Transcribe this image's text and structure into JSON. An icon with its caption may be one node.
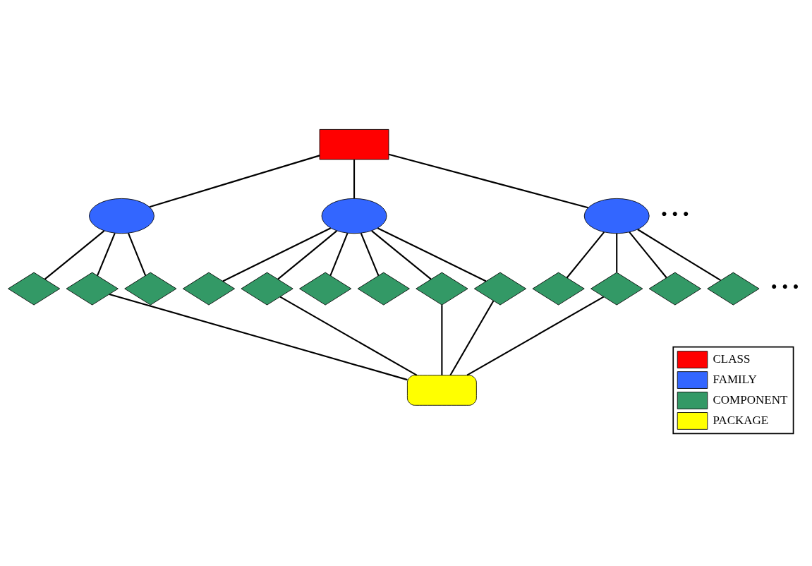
{
  "diagram": {
    "nodes": [
      {
        "text": [],
        "shape": "box"
      },
      {
        "text": [],
        "shape": "ellipse"
      },
      {
        "text": [],
        "shape": "ellipse"
      },
      {
        "text": [],
        "shape": "ellipse"
      },
      {
        "text": [],
        "shape": "diamond"
      },
      {
        "text": [],
        "shape": "diamond"
      },
      {
        "text": [],
        "shape": "diamond"
      },
      {
        "text": [],
        "shape": "diamond"
      },
      {
        "text": [],
        "shape": "diamond"
      },
      {
        "text": [],
        "shape": "diamond"
      },
      {
        "text": [],
        "shape": "diamond"
      },
      {
        "text": [],
        "shape": "diamond"
      },
      {
        "text": [],
        "shape": "diamond"
      },
      {
        "text": [],
        "shape": "diamond"
      },
      {
        "text": [],
        "shape": "diamond"
      },
      {
        "text": [],
        "shape": "diamond"
      },
      {
        "text": [],
        "shape": "diamond"
      },
      {
        "text": [],
        "shape": "box"
      }
    ],
    "edges": [
      {
        "from": 0,
        "to": 1,
        "arrow": "none"
      },
      {
        "from": 0,
        "to": 2,
        "arrow": "none"
      },
      {
        "from": 0,
        "to": 3,
        "arrow": "none"
      },
      {
        "from": 1,
        "to": 4,
        "arrow": "none"
      },
      {
        "from": 1,
        "to": 5,
        "arrow": "none"
      },
      {
        "from": 1,
        "to": 6,
        "arrow": "none"
      },
      {
        "from": 2,
        "to": 7,
        "arrow": "none"
      },
      {
        "from": 2,
        "to": 8,
        "arrow": "none"
      },
      {
        "from": 2,
        "to": 9,
        "arrow": "none"
      },
      {
        "from": 2,
        "to": 10,
        "arrow": "none"
      },
      {
        "from": 2,
        "to": 11,
        "arrow": "none"
      },
      {
        "from": 2,
        "to": 12,
        "arrow": "none"
      },
      {
        "from": 3,
        "to": 13,
        "arrow": "none"
      },
      {
        "from": 3,
        "to": 14,
        "arrow": "none"
      },
      {
        "from": 3,
        "to": 15,
        "arrow": "none"
      },
      {
        "from": 3,
        "to": 16,
        "arrow": "none"
      },
      {
        "from": 5,
        "to": 17,
        "arrow": "none"
      },
      {
        "from": 8,
        "to": 17,
        "arrow": "none"
      },
      {
        "from": 11,
        "to": 17,
        "arrow": "none"
      },
      {
        "from": 12,
        "to": 17,
        "arrow": "none"
      },
      {
        "from": 14,
        "to": 17,
        "arrow": "none"
      }
    ],
    "labels": [
      "• • •",
      "• • •"
    ],
    "legend": [
      {
        "text": "CLASS",
        "color": "#ff0000"
      },
      {
        "text": "FAMILY",
        "color": "#3366ff"
      },
      {
        "text": "COMPONENT",
        "color": "#339966"
      },
      {
        "text": "PACKAGE",
        "color": "#ffff00"
      }
    ]
  }
}
